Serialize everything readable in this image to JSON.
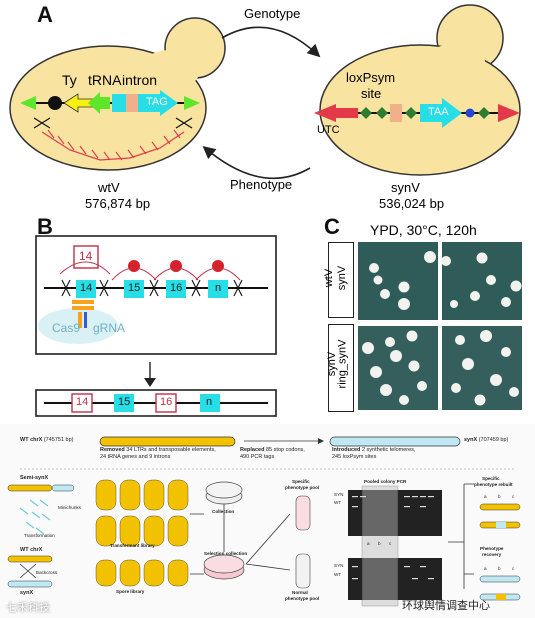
{
  "panelA": {
    "label": "A",
    "arrow_top": "Genotype",
    "arrow_bottom": "Phenotype",
    "wt": {
      "features": [
        "Ty",
        "tRNA",
        "intron"
      ],
      "gene": "TAG",
      "name": "wtV",
      "size": "576,874 bp"
    },
    "syn": {
      "site": "loxPsym",
      "site2": "site",
      "gene": "TAA",
      "utc": "UTC",
      "name": "synV",
      "size": "536,024 bp"
    }
  },
  "panelB": {
    "label": "B",
    "top_boxes": [
      "14",
      "14",
      "15",
      "16",
      "n"
    ],
    "cas9": "Cas9",
    "grna": "gRNA",
    "bottom_boxes": [
      "14",
      "15",
      "16",
      "n"
    ]
  },
  "panelC": {
    "label": "C",
    "title": "YPD, 30°C, 120h",
    "row1": [
      "wtV",
      "synV"
    ],
    "row2": [
      "synV",
      "ring_synV"
    ]
  },
  "lower": {
    "wt_chr": "WT chrX",
    "wt_bp": "(745751 bp)",
    "removed_bold": "Removed",
    "removed_rest": "34 LTRs and transposable elements,",
    "removed_line2": "24 tRNA genes and 9 introns",
    "replaced_bold": "Replaced",
    "replaced_rest": "85 stop codons,",
    "replaced_line2": "490 PCR tags",
    "introduced_bold": "Introduced",
    "introduced_rest": "2 synthetic telomeres,",
    "introduced_line2": "245 loxPsym sites",
    "synx": "synX",
    "synx_bp": "(707459 bp)",
    "semi": "Semi-synX",
    "minichunks": "Minichunks",
    "transformation": "Transformation",
    "transformant_lib": "Transformant library",
    "wt_chrx2": "WT chrX",
    "backcross": "Backcross",
    "synx2": "synX",
    "spore_lib": "Spore library",
    "collection": "Collection",
    "selection": "Selection collection",
    "specific_pool": "Specific",
    "specific_pool2": "phenotype pool",
    "normal_pool": "Normal",
    "normal_pool2": "phenotype pool",
    "pcr": "Pooled colony PCR",
    "syn1": "SYN",
    "wt1": "WT",
    "syn2": "SYN",
    "wt2": "WT",
    "abc": [
      "a",
      "b",
      "c"
    ],
    "rebuilt": "Specific",
    "rebuilt2": "phenotype rebuilt",
    "recovery": "Phenotype",
    "recovery2": "recovery",
    "abc_r1": [
      "a",
      "b",
      "c"
    ],
    "abc_r2": [
      "a",
      "b",
      "c"
    ],
    "watermark_left": "七禾科技",
    "watermark_right": "环球舆情调查中心"
  },
  "colors": {
    "cell": "#f8e3a0",
    "cell_stroke": "#333",
    "cyan": "#27dde6",
    "green": "#5ee62c",
    "yellow": "#f7f010",
    "red_mark": "#e23a48",
    "diag_green": "#2e7d32",
    "plate": "#2f5b58",
    "box_red": "#c0304a"
  }
}
